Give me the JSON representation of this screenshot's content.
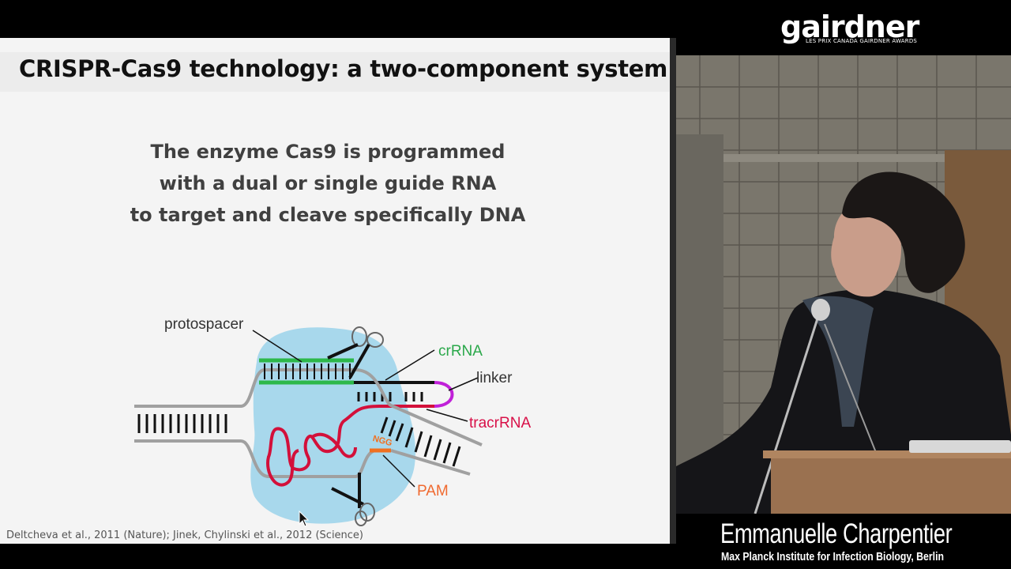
{
  "slide": {
    "title": "CRISPR-Cas9 technology:  a two-component system",
    "body_lines": [
      "The enzyme Cas9 is programmed",
      "with a dual or single guide RNA",
      "to target and cleave specifically DNA"
    ],
    "citation": "Deltcheva et al., 2011 (Nature); Jinek, Chylinski et al., 2012 (Science)"
  },
  "diagram": {
    "labels": {
      "protospacer": "protospacer",
      "crrna": "crRNA",
      "linker": "linker",
      "tracrrna": "tracrRNA",
      "pam": "PAM",
      "ngg": "NGG"
    },
    "colors": {
      "cas9_blob": "#a8d8ec",
      "dna": "#a0a0a0",
      "crrna": "#2db84a",
      "tracrrna": "#d3103a",
      "linker": "#c020d8",
      "pam": "#f07020",
      "label_green": "#2aa84a",
      "label_red": "#d81048",
      "label_orange": "#f06a30"
    }
  },
  "branding": {
    "name": "gairdner",
    "tagline": "LES PRIX CANADA GAIRDNER AWARDS"
  },
  "caption": {
    "speaker": "Emmanuelle Charpentier",
    "affiliation": "Max Planck Institute for Infection Biology, Berlin"
  }
}
